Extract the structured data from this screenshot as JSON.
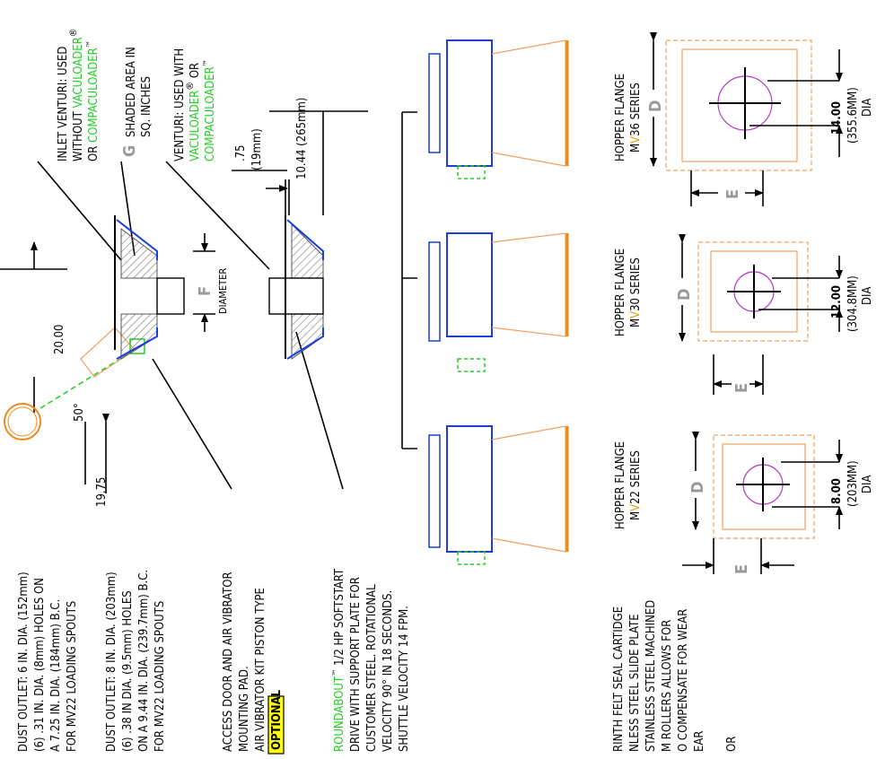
{
  "colors": {
    "blue": "#1a3fd8",
    "green": "#22cc22",
    "orange": "#f0a060",
    "purple": "#b040c0",
    "highlight": "#ffff00",
    "gray_letter": "#999999"
  },
  "notes": {
    "dust6": [
      "DUST OUTLET: 6 IN. DIA. (152mm)",
      "(6) .31 IN. DIA. (8mm) HOLES ON",
      "A 7.25 IN. DIA. (184mm) B.C.",
      "FOR MV22 LOADING SPOUTS"
    ],
    "dust8": [
      "DUST OUTLET: 8 IN. DIA. (203mm)",
      "(6) .38 IN DIA. (9.5mm) HOLES",
      "ON A 9.44 IN. DIA. (239.7mm) B.C.",
      "FOR MV22 LOADING SPOUTS"
    ],
    "access": [
      "ACCESS DOOR AND AIR VIBRATOR",
      "MOUNTING PAD.",
      "AIR VIBRATOR KIT PISTON TYPE"
    ],
    "optional": "OPTIONAL",
    "roundabout_brand": "ROUNDABOUT",
    "roundabout_tm": "™",
    "roundabout_rest": " 1/2 HP SOFTSTART",
    "roundabout_lines": [
      "DRIVE WITH SUPPORT PLATE FOR",
      "CUSTOMER STEEL. ROTATIONAL",
      "VELOCITY 90° IN 18 SECONDS.",
      "SHUTTLE VELOCITY 14 FPM."
    ],
    "bottom": [
      "RINTH FELT SEAL CARTIDGE",
      "NLESS STEEL SLIDE PLATE",
      "STAINLESS STEEL MACHINED",
      "M ROLLERS ALLOWS FOR",
      "O COMPENSATE FOR WEAR",
      "EAR",
      "",
      "OR"
    ]
  },
  "top_labels": {
    "inlet_l1": "INLET VENTURI: USED",
    "inlet_l2a": "WITHOUT ",
    "inlet_l2b": "VACULOADER",
    "inlet_l2c": "®",
    "inlet_l3a": "OR ",
    "inlet_l3b": "COMPACULOADER",
    "inlet_l3c": "™",
    "g_letter": "G",
    "g_l1": "SHADED AREA IN",
    "g_l2": "SQ. INCHES",
    "venturi_l1": "VENTURI: USED WITH",
    "venturi_l2a": "VACULOADER",
    "venturi_l2b": "®",
    "venturi_l2c": " OR",
    "venturi_l3a": "COMPACULOADER",
    "venturi_l3b": "™"
  },
  "dims": {
    "d20": "20.00",
    "d1975": "19.75",
    "angle": "50°",
    "f_letter": "F",
    "diameter": "DIAMETER",
    "d75": ".75",
    "d19mm": "(19mm)",
    "d1044": "10.44 (265mm)"
  },
  "flanges": [
    {
      "title_l1": "HOPPER FLANGE",
      "prefix": "M",
      "accent": "V",
      "series": "22 SERIES",
      "dim": "8.00",
      "mm": "(203MM)",
      "dia": "DIA",
      "d": "D",
      "e": "E"
    },
    {
      "title_l1": "HOPPER FLANGE",
      "prefix": "M",
      "accent": "V",
      "series": "30 SERIES",
      "dim": "12.00",
      "mm": "(304.8MM)",
      "dia": "DIA",
      "d": "D",
      "e": "E"
    },
    {
      "title_l1": "HOPPER FLANGE",
      "prefix": "M",
      "accent": "V",
      "series": "36 SERIES",
      "dim": "14.00",
      "mm": "(355.6MM)",
      "dia": "DIA",
      "d": "D",
      "e": "E"
    }
  ]
}
